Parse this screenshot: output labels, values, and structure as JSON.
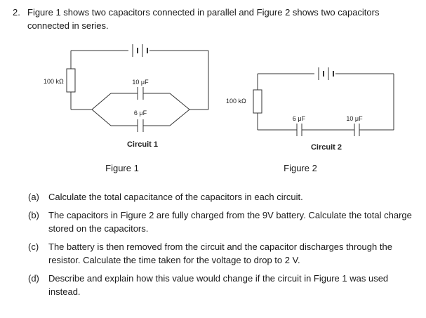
{
  "question": {
    "number": "2.",
    "stem": "Figure 1 shows two capacitors connected in parallel and Figure 2 shows two capacitors connected in series."
  },
  "figure1": {
    "resistor_label": "100 kΩ",
    "cap_top_label": "10 μF",
    "cap_bottom_label": "6 μF",
    "circuit_label": "Circuit 1",
    "caption": "Figure 1"
  },
  "figure2": {
    "resistor_label": "100 kΩ",
    "cap_left_label": "6 μF",
    "cap_right_label": "10 μF",
    "circuit_label": "Circuit 2",
    "caption": "Figure 2"
  },
  "parts": [
    {
      "label": "(a)",
      "text": "Calculate the total capacitance of the capacitors in each circuit."
    },
    {
      "label": "(b)",
      "text": "The capacitors in Figure 2 are fully charged from the 9V battery. Calculate the total charge stored on the capacitors."
    },
    {
      "label": "(c)",
      "text": "The battery is then removed from the circuit and the capacitor discharges through the resistor. Calculate the time taken for the voltage to drop to 2 V."
    },
    {
      "label": "(d)",
      "text": "Describe and explain how this value would change if the circuit in Figure 1 was used instead."
    }
  ]
}
